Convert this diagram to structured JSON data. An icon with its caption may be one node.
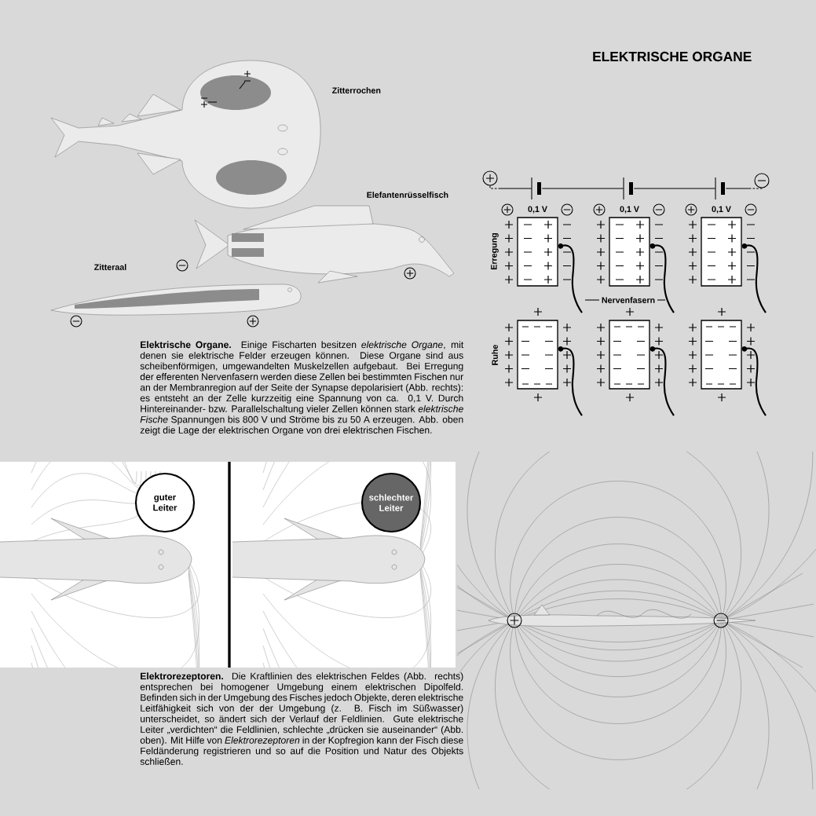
{
  "diagram": {
    "title": "ELEKTRISCHE ORGANE",
    "nodes": [
      {
        "text": [
          "guter Leiter"
        ]
      },
      {
        "text": [
          "schlechter Leiter"
        ]
      },
      {
        "text": [],
        "shape": "circle"
      },
      {
        "text": [],
        "shape": "battery"
      },
      {
        "text": [],
        "shape": "battery"
      },
      {
        "text": [],
        "shape": "battery"
      },
      {
        "text": [],
        "shape": "circle"
      },
      {
        "text": [],
        "shape": "box",
        "beside": [
          "0,1 V"
        ]
      },
      {
        "text": [],
        "shape": "box",
        "beside": [
          "0,1 V"
        ]
      },
      {
        "text": [],
        "shape": "box",
        "beside": [
          "0,1 V"
        ]
      },
      {
        "text": [],
        "shape": "box"
      },
      {
        "text": [],
        "shape": "box"
      },
      {
        "text": [],
        "shape": "box"
      },
      {
        "text": [
          "Nervenfasern"
        ]
      }
    ],
    "edges": [
      {
        "from": 2,
        "to": 3,
        "arrow": "none",
        "style": "dashed"
      },
      {
        "from": 3,
        "to": 4,
        "arrow": "none"
      },
      {
        "from": 4,
        "to": 5,
        "arrow": "none"
      },
      {
        "from": 5,
        "to": 6,
        "arrow": "none",
        "style": "dashed"
      },
      {
        "from": 13,
        "to": null,
        "arrow": "none"
      },
      {
        "from": 13,
        "to": null,
        "arrow": "none"
      },
      {
        "from": null,
        "to": 7,
        "arrow": "to"
      },
      {
        "from": null,
        "to": 8,
        "arrow": "to"
      },
      {
        "from": null,
        "to": 9,
        "arrow": "to"
      },
      {
        "from": null,
        "to": 10,
        "arrow": "to"
      },
      {
        "from": null,
        "to": 11,
        "arrow": "to"
      },
      {
        "from": null,
        "to": 12,
        "arrow": "to"
      }
    ],
    "labels": [
      "Zitterrochen",
      "Elefantenrüsselfisch",
      "Zitteraal",
      "Erregung",
      "Ruhe",
      "**Elektrische Organe.** Einige Fischarten besitzen *elektrische Organe*, mit denen sie elektrische Felder erzeugen können. Diese Organe sind aus scheibenförmigen, umgewandelten Muskelzellen aufgebaut. Bei Erregung der efferenten Nervenfasern werden diese Zellen bei bestimmten Fischen nur an der Membranregion auf der Seite der Synapse depolarisiert (Abb. rechts): es entsteht an der Zelle kurzzeitig eine Spannung von ca. 0,1 V. Durch Hintereinander- bzw. Parallelschaltung vieler Zellen können stark *elektrische Fische* Spannungen bis 800 V und Ströme bis zu 50 A erzeugen. Abb. oben zeigt die Lage der elektrischen Organe von drei elektrischen Fischen.",
      "**Elektrorezeptoren.** Die Kraftlinien des elektrischen Feldes (Abb. rechts) entsprechen bei homogener Umgebung einem elektrischen Dipolfeld. Befinden sich in der Umgebung des Fisches jedoch Objekte, deren elektrische Leitfähigkeit sich von der der Umgebung (z. B. Fisch im Süßwasser) unterscheidet, so ändert sich der Verlauf der Feldlinien. Gute elektrische Leiter „verdichten“ die Feldlinien, schlechte „drücken sie auseinander“ (Abb. oben). Mit Hilfe von *Elektrorezeptoren* in der Kopfregion kann der Fisch diese Feldänderung registrieren und so auf die Position und Natur des Objekts schließen."
    ]
  }
}
